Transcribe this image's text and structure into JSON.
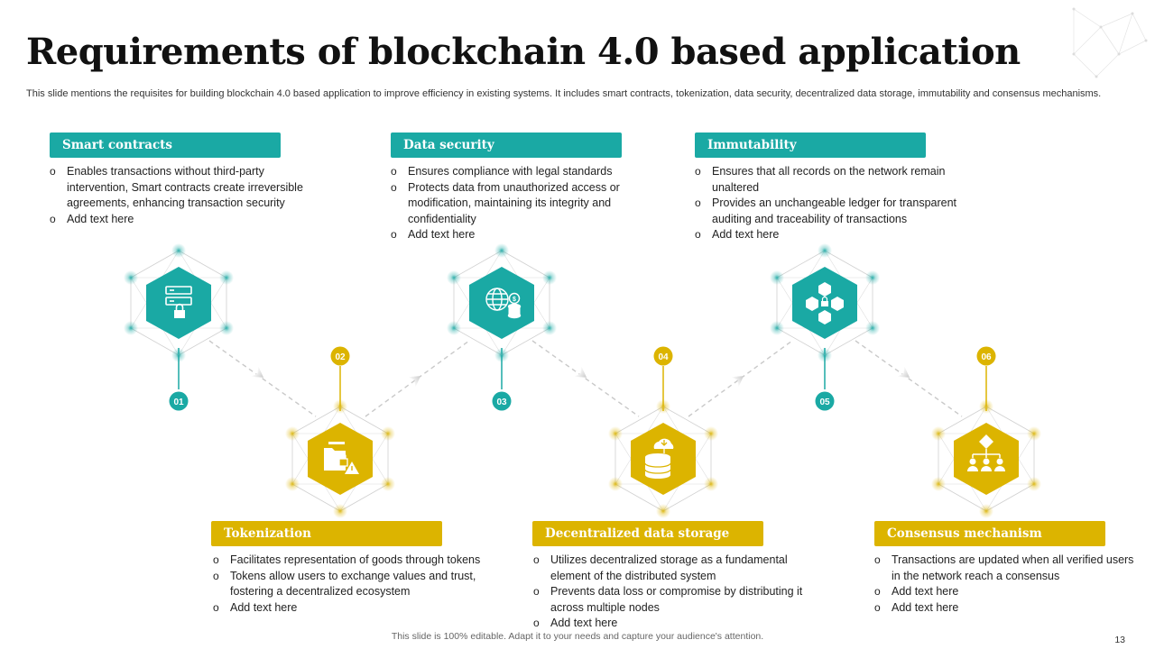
{
  "title": "Requirements of blockchain 4.0 based application",
  "subtitle": "This slide mentions the requisites for building blockchain 4.0 based application to improve efficiency in existing systems. It includes smart contracts, tokenization, data security, decentralized data storage, immutability and consensus mechanisms.",
  "colors": {
    "teal": "#1aa9a4",
    "gold": "#dcb400"
  },
  "steps": [
    {
      "num": "01",
      "title": "Smart contracts",
      "icon": "server-lock-icon",
      "bullets": [
        "Enables transactions without third-party intervention, Smart contracts create irreversible agreements, enhancing transaction security",
        "Add text here"
      ]
    },
    {
      "num": "02",
      "title": "Tokenization",
      "icon": "folder-lock-warning-icon",
      "bullets": [
        "Facilitates representation of goods through tokens",
        "Tokens allow users to exchange values and trust, fostering a decentralized ecosystem",
        "Add text here"
      ]
    },
    {
      "num": "03",
      "title": "Data security",
      "icon": "globe-database-icon",
      "bullets": [
        "Ensures compliance with legal standards",
        "Protects data from unauthorized access or modification, maintaining its integrity and confidentiality",
        "Add text here"
      ]
    },
    {
      "num": "04",
      "title": "Decentralized data storage",
      "icon": "cloud-database-icon",
      "bullets": [
        "Utilizes decentralized storage as a fundamental element of the distributed system",
        "Prevents data loss or compromise by distributing it across multiple nodes",
        "Add text here"
      ]
    },
    {
      "num": "05",
      "title": "Immutability",
      "icon": "blockchain-cubes-icon",
      "bullets": [
        "Ensures that all records on the network remain unaltered",
        "Provides an unchangeable ledger for transparent auditing and traceability of transactions",
        "Add text here"
      ]
    },
    {
      "num": "06",
      "title": "Consensus mechanism",
      "icon": "network-users-icon",
      "bullets": [
        "Transactions are updated when all verified users in the network reach a consensus",
        "Add text here",
        "Add text here"
      ]
    }
  ],
  "footer": "This slide is 100% editable. Adapt it to your needs and capture your audience's attention.",
  "page_number": "13"
}
